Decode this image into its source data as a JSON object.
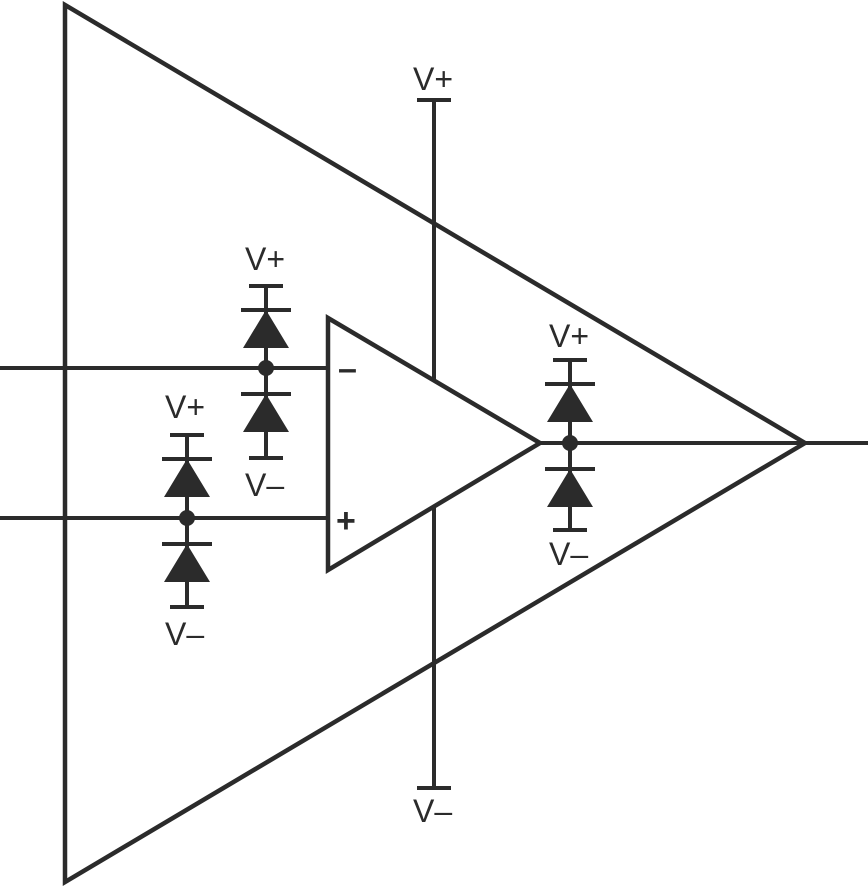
{
  "labels": {
    "supply_top": "V+",
    "supply_bottom": "V–",
    "inv_clamp_top": "V+",
    "inv_clamp_bottom": "V–",
    "noninv_clamp_top": "V+",
    "noninv_clamp_bottom": "V–",
    "out_clamp_top": "V+",
    "out_clamp_bottom": "V–"
  },
  "inputs": {
    "inverting_sign": "–",
    "noninverting_sign": "+"
  },
  "colors": {
    "line": "#2b2b2b",
    "background": "#ffffff"
  }
}
